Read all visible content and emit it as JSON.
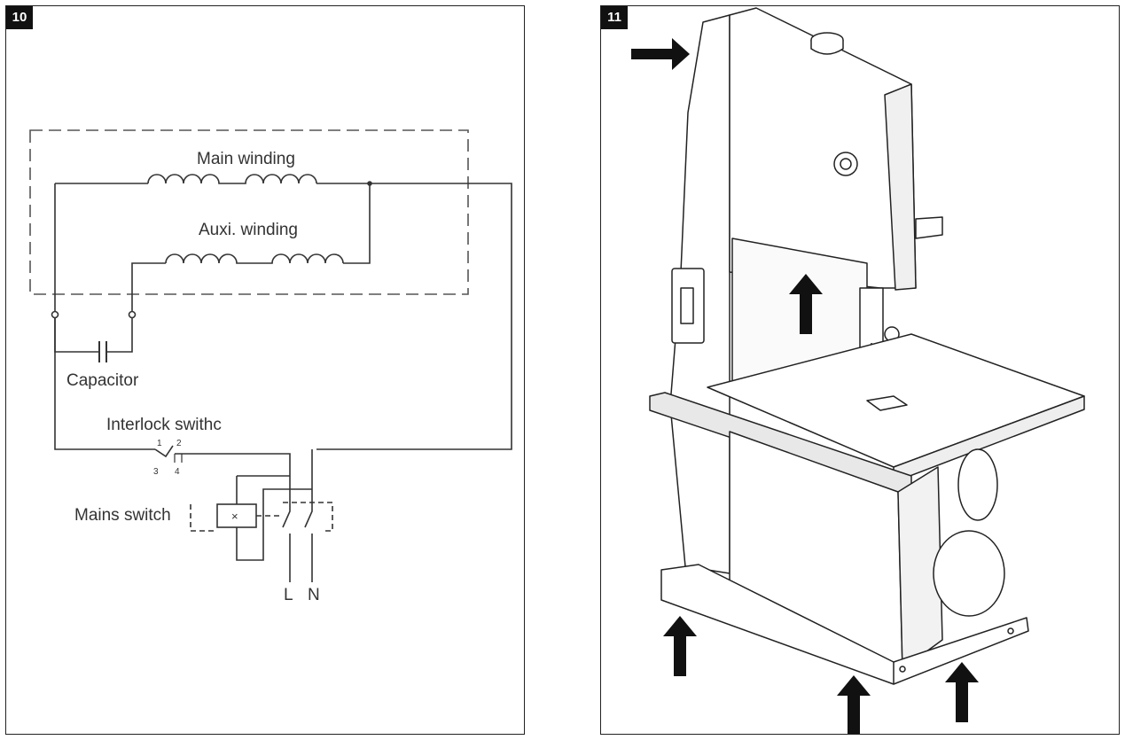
{
  "panels": [
    {
      "number": "10",
      "labels": {
        "main_winding": "Main winding",
        "auxi_winding": "Auxi. winding",
        "capacitor": "Capacitor",
        "interlock_switch": "Interlock swithc",
        "mains_switch": "Mains switch",
        "live": "L",
        "neutral": "N",
        "pin1": "1",
        "pin2": "2",
        "pin3": "3",
        "pin4": "4",
        "coil_mark": "×"
      }
    },
    {
      "number": "11"
    }
  ]
}
